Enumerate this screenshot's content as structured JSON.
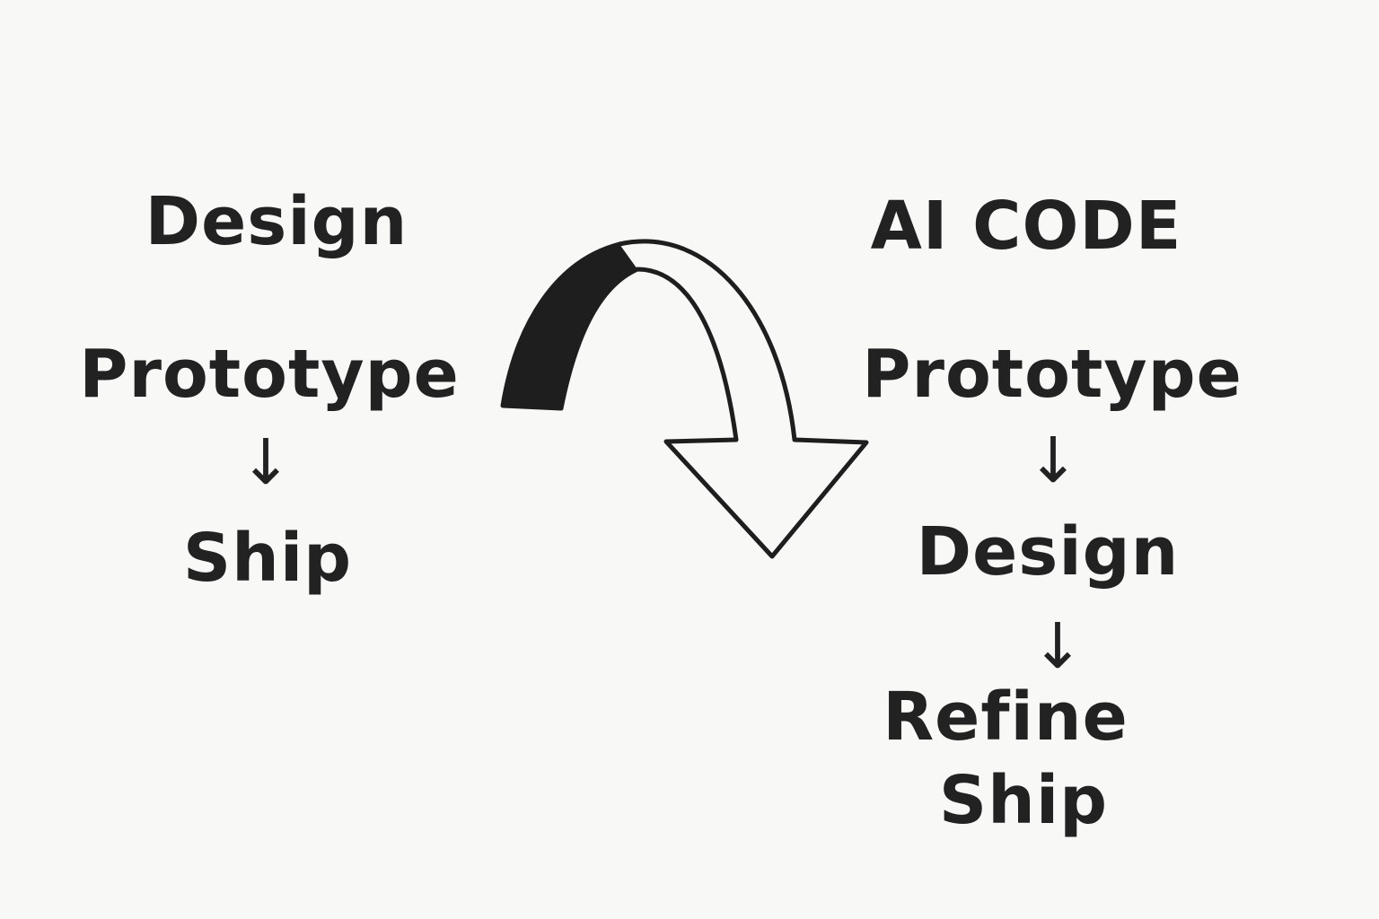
{
  "left_flow": {
    "title": "Design",
    "steps": [
      "Prototype",
      "Ship"
    ]
  },
  "right_flow": {
    "title": "AI CODE",
    "steps": [
      "Prototype",
      "Design",
      "Refine",
      "Ship"
    ]
  },
  "arrow_glyph": "↓",
  "ink_color": "#222222"
}
